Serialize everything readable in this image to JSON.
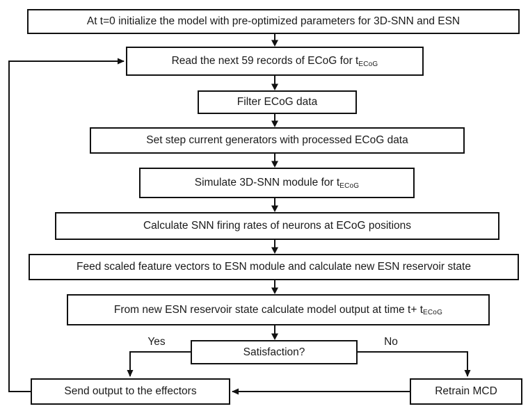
{
  "diagram": {
    "nodes": {
      "init": {
        "text": "At t=0 initialize the model with pre-optimized parameters for 3D-SNN and ESN"
      },
      "read": {
        "text": "Read the next 59 records of ECoG for t",
        "sub": "ECoG"
      },
      "filter": {
        "text": "Filter ECoG data"
      },
      "set_current": {
        "text": "Set step current generators with processed ECoG data"
      },
      "simulate": {
        "text": "Simulate 3D-SNN module for t",
        "sub": "ECoG"
      },
      "firing": {
        "text": "Calculate SNN firing rates of neurons at ECoG positions"
      },
      "feed": {
        "text": "Feed scaled feature vectors to ESN module and calculate new ESN reservoir state"
      },
      "model_output": {
        "text": "From new ESN reservoir state calculate model output at time t+ t",
        "sub": "ECoG"
      },
      "decision": {
        "text": "Satisfaction?"
      },
      "send": {
        "text": "Send output to the effectors"
      },
      "retrain": {
        "text": "Retrain MCD"
      }
    },
    "branch_labels": {
      "yes": "Yes",
      "no": "No"
    },
    "colors": {
      "line": "#111111",
      "box_border": "#111111",
      "box_fill": "#ffffff",
      "background": "#ffffff",
      "text": "#1a1a1a"
    }
  }
}
